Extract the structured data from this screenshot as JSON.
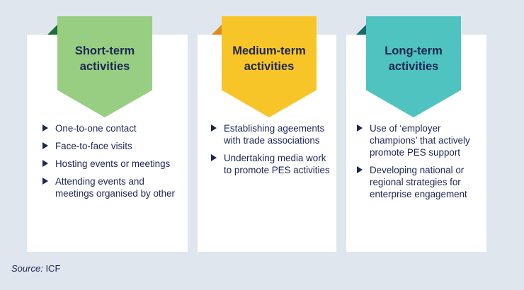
{
  "columns": [
    {
      "title_line1": "Short-term",
      "title_line2": "activities",
      "color": "#98ce82",
      "fold_color": "#1f6f3a",
      "items": [
        "One-to-one contact",
        "Face-to-face visits",
        "Hosting events or meetings",
        "Attending events and meetings organised by other"
      ]
    },
    {
      "title_line1": "Medium-term",
      "title_line2": "activities",
      "color": "#f8c528",
      "fold_color": "#e08a1c",
      "items": [
        "Establishing ageements with trade associations",
        "Undertaking media work to promote PES activities"
      ]
    },
    {
      "title_line1": "Long-term",
      "title_line2": "activities",
      "color": "#4fc3bf",
      "fold_color": "#146b6b",
      "items": [
        "Use of ‘employer champions’ that actively promote PES support",
        "Developing national or regional strategies for enterprise engagement"
      ]
    }
  ],
  "source": {
    "label": "Source:",
    "value": "ICF"
  }
}
